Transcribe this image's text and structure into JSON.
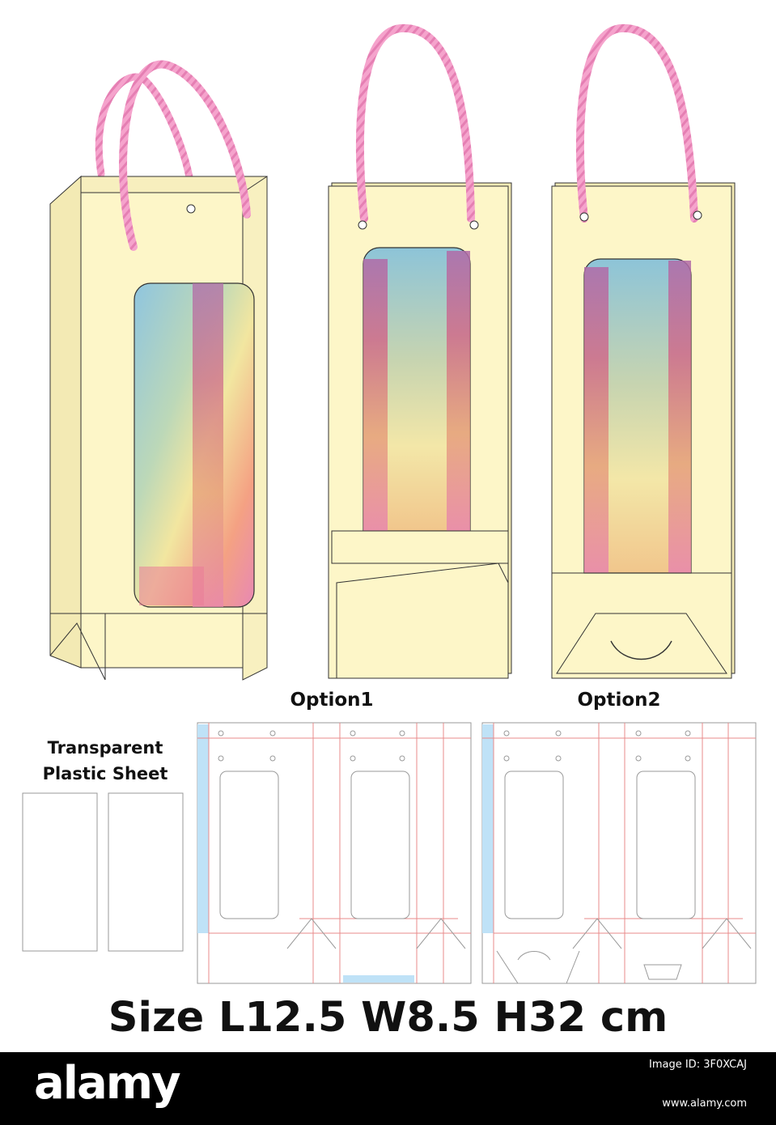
{
  "labels": {
    "option1": "Option1",
    "option2": "Option2",
    "sheet_line1": "Transparent",
    "sheet_line2": "Plastic Sheet",
    "size": "Size L12.5 W8.5 H32 cm"
  },
  "footer": {
    "brand": "alamy",
    "image_id": "Image ID: 3F0XCAJ",
    "site": "www.alamy.com"
  },
  "colors": {
    "bag_fill": "#fdf6c8",
    "rope": "#f39bc7",
    "cut_line": "#8a8a8a",
    "fold_line": "#e88b8b",
    "glue_strip": "#bfe2f7",
    "footer_bg": "#000000"
  }
}
